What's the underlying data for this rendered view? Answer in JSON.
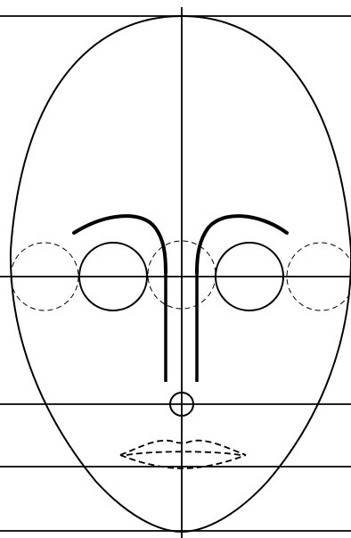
{
  "diagram": {
    "type": "face-proportion-guide",
    "stroke_color": "#000000",
    "background_color": "#ffffff",
    "guide_lines": [
      "top-of-head",
      "eye-line",
      "nose-base",
      "mouth-line",
      "chin-line"
    ],
    "elements": [
      "head-outline",
      "center-axis",
      "left-eyebrow",
      "right-eyebrow",
      "left-eye",
      "right-eye",
      "eye-width-guide-circles",
      "nose-sides",
      "nose-tip",
      "mouth"
    ]
  }
}
